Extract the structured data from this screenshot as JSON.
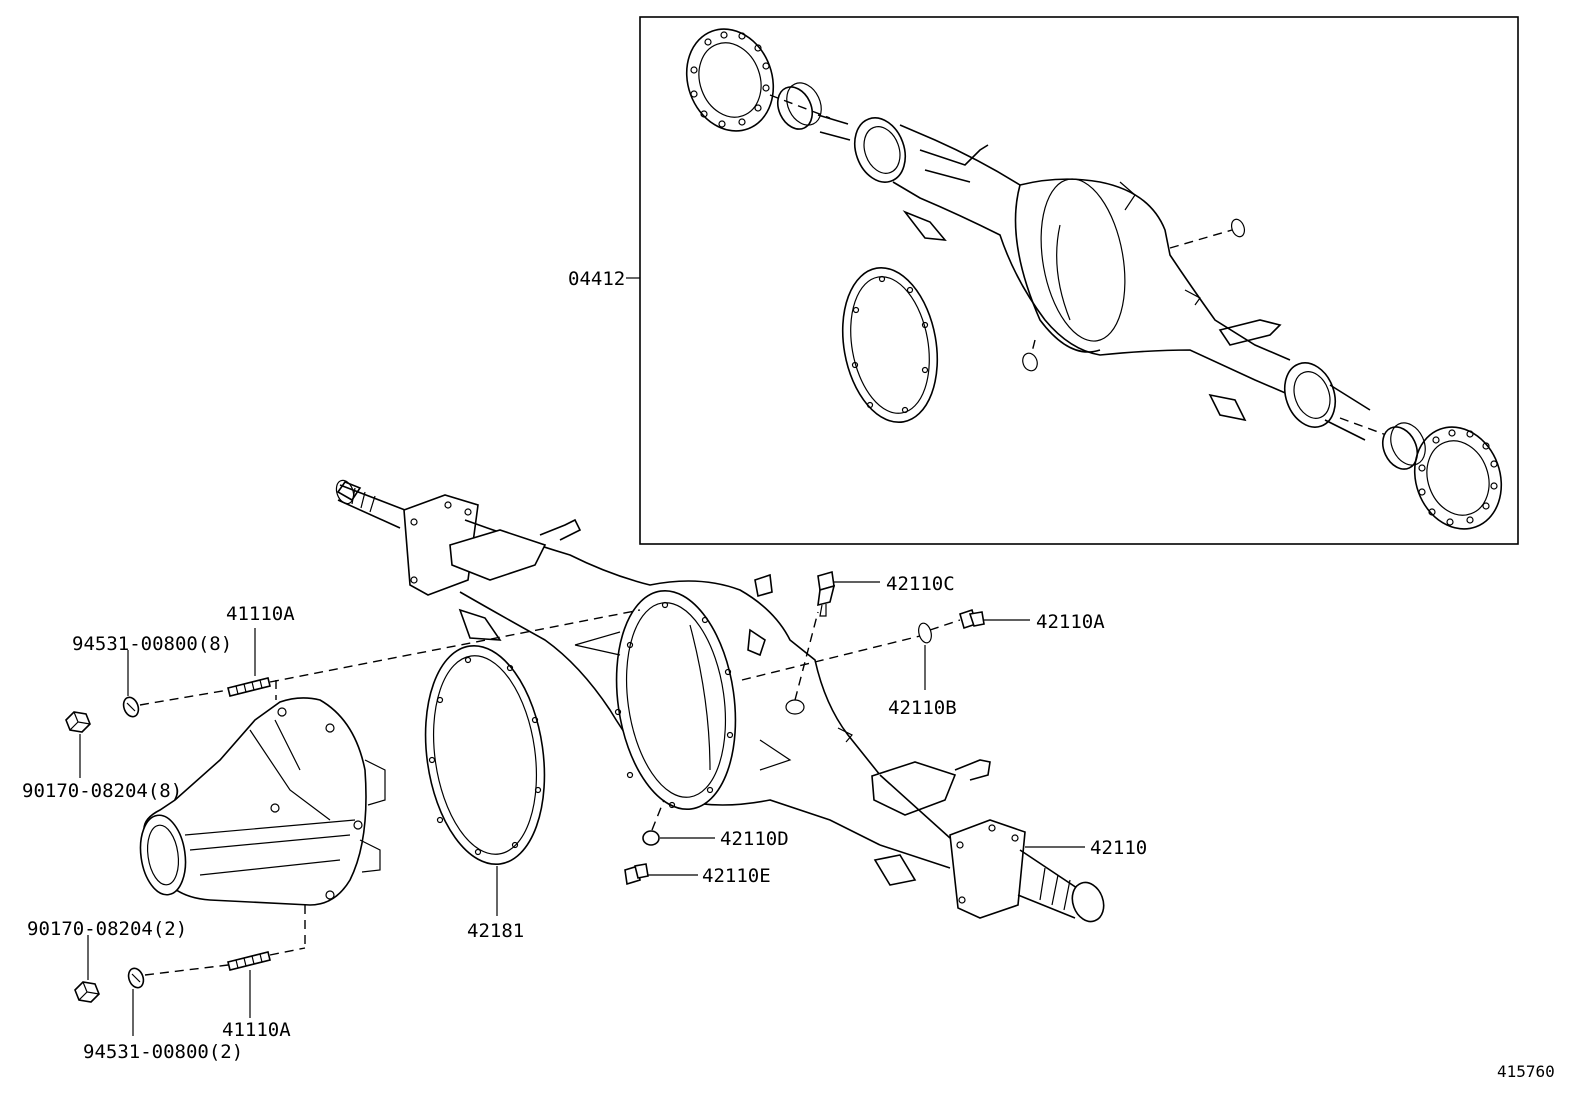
{
  "diagram": {
    "inset_label": "04412",
    "labels": {
      "c_42110C": "42110C",
      "c_42110A": "42110A",
      "c_42110B": "42110B",
      "c_42110D": "42110D",
      "c_42110E": "42110E",
      "c_42110": "42110",
      "c_42181": "42181",
      "stud_top": "41110A",
      "stud_bottom": "41110A",
      "washer_top": "94531-00800(8)",
      "washer_bottom": "94531-00800(2)",
      "nut_top": "90170-08204(8)",
      "nut_bottom": "90170-08204(2)"
    },
    "figure_number": "415760"
  }
}
